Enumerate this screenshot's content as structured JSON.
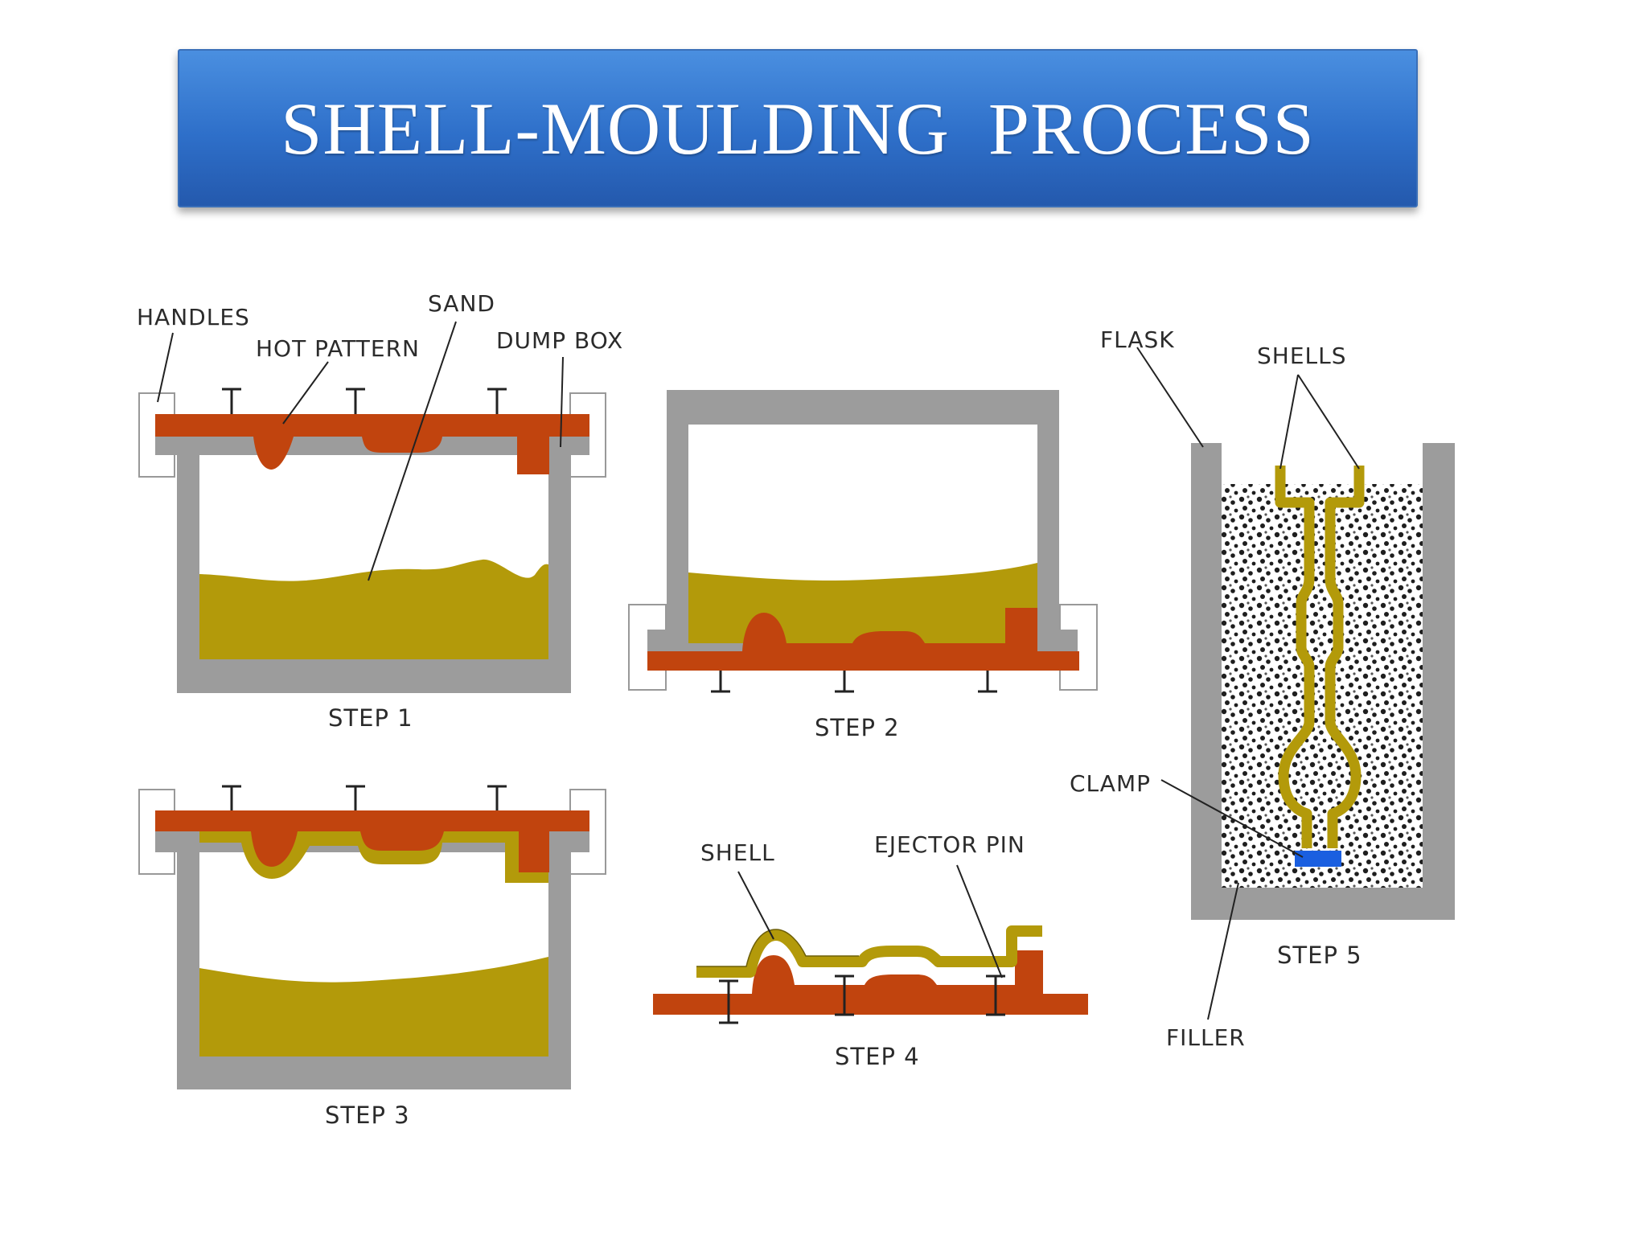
{
  "title": "SHELL-MOULDING  PROCESS",
  "colors": {
    "banner": "#3478d4",
    "pattern": "#c1440e",
    "sand": "#b39a0a",
    "box": "#9c9c9c",
    "clamp": "#1a5fe0"
  },
  "labels": {
    "handles": "HANDLES",
    "hot_pattern": "HOT PATTERN",
    "sand": "SAND",
    "dump_box": "DUMP BOX",
    "flask": "FLASK",
    "shells": "SHELLS",
    "clamp": "CLAMP",
    "shell": "SHELL",
    "ejector_pin": "EJECTOR PIN",
    "filler": "FILLER"
  },
  "steps": {
    "step1": "STEP 1",
    "step2": "STEP 2",
    "step3": "STEP 3",
    "step4": "STEP 4",
    "step5": "STEP 5"
  }
}
